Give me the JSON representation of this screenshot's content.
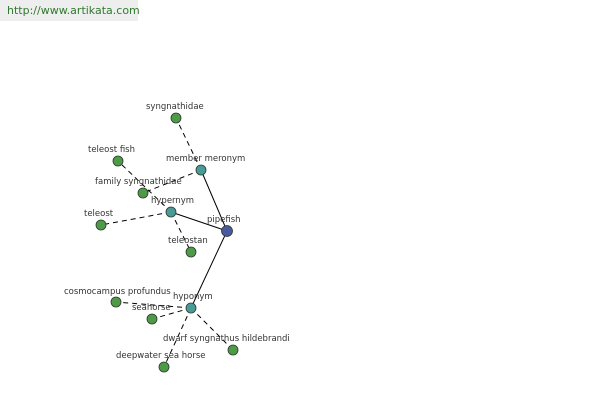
{
  "header": {
    "url": "http://www.artikata.com"
  },
  "colors": {
    "root_fill": "#4a5aa0",
    "relation_fill": "#4a9a9a",
    "term_fill": "#4f9a48",
    "node_stroke": "#2a3a2a",
    "edge_stroke": "#000000"
  },
  "graph": {
    "nodes": [
      {
        "id": "pipefish",
        "label": "pipefish",
        "kind": "root"
      },
      {
        "id": "member_meronym",
        "label": "member meronym",
        "kind": "relation"
      },
      {
        "id": "hypernym",
        "label": "hypernym",
        "kind": "relation"
      },
      {
        "id": "hyponym",
        "label": "hyponym",
        "kind": "relation"
      },
      {
        "id": "syngnathidae",
        "label": "syngnathidae",
        "kind": "term"
      },
      {
        "id": "teleost_fish",
        "label": "teleost fish",
        "kind": "term"
      },
      {
        "id": "family_syngnathidae",
        "label": "family syngnathidae",
        "kind": "term"
      },
      {
        "id": "teleost",
        "label": "teleost",
        "kind": "term"
      },
      {
        "id": "teleostan",
        "label": "teleostan",
        "kind": "term"
      },
      {
        "id": "cosmocampus_profundus",
        "label": "cosmocampus profundus",
        "kind": "term"
      },
      {
        "id": "seahorse",
        "label": "seahorse",
        "kind": "term"
      },
      {
        "id": "dwarf_syngnathus_hildebrandi",
        "label": "dwarf syngnathus hildebrandi",
        "kind": "term"
      },
      {
        "id": "deepwater_sea_horse",
        "label": "deepwater sea horse",
        "kind": "term"
      }
    ],
    "edges": [
      {
        "from": "pipefish",
        "to": "member_meronym",
        "style": "solid"
      },
      {
        "from": "pipefish",
        "to": "hypernym",
        "style": "solid"
      },
      {
        "from": "pipefish",
        "to": "hyponym",
        "style": "solid"
      },
      {
        "from": "member_meronym",
        "to": "syngnathidae",
        "style": "dashed"
      },
      {
        "from": "member_meronym",
        "to": "family_syngnathidae",
        "style": "dashed"
      },
      {
        "from": "hypernym",
        "to": "teleost_fish",
        "style": "dashed"
      },
      {
        "from": "hypernym",
        "to": "teleost",
        "style": "dashed"
      },
      {
        "from": "hypernym",
        "to": "teleostan",
        "style": "dashed"
      },
      {
        "from": "hyponym",
        "to": "cosmocampus_profundus",
        "style": "dashed"
      },
      {
        "from": "hyponym",
        "to": "seahorse",
        "style": "dashed"
      },
      {
        "from": "hyponym",
        "to": "dwarf_syngnathus_hildebrandi",
        "style": "dashed"
      },
      {
        "from": "hyponym",
        "to": "deepwater_sea_horse",
        "style": "dashed"
      }
    ]
  }
}
